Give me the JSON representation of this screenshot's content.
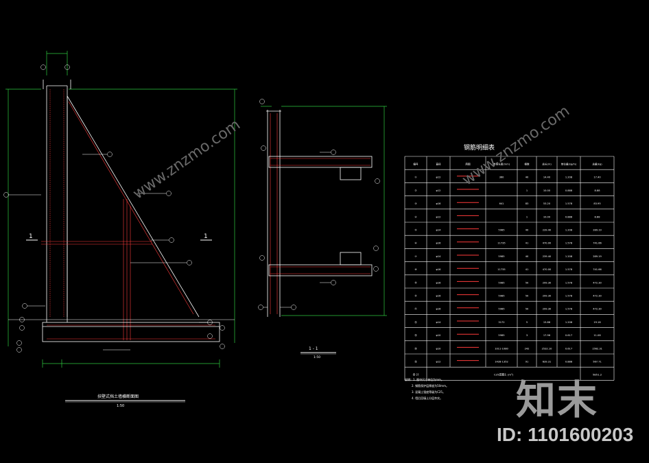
{
  "left_view": {
    "title": "扶壁式挡土墙横断面图",
    "scale": "1:50",
    "section_mark": "1"
  },
  "section_view": {
    "title": "1 - 1",
    "scale": "1:50"
  },
  "rebar_table": {
    "title": "钢筋明细表",
    "headers": [
      "编号",
      "直径",
      "简图",
      "单根长度(mm)",
      "根数",
      "总长(m)",
      "单位重(kg/m)",
      "总重(kg)"
    ],
    "rows": [
      [
        "①",
        "φ12",
        "",
        "360",
        "40",
        "14.40",
        "1.208",
        "17.40"
      ],
      [
        "②",
        "φ12",
        "",
        "",
        "1",
        "10.00",
        "0.888",
        "8.88"
      ],
      [
        "③",
        "φ16",
        "",
        "641",
        "83",
        "53.20",
        "1.578",
        "83.95"
      ],
      [
        "④",
        "φ12",
        "",
        "",
        "1",
        "10.00",
        "0.888",
        "8.88"
      ],
      [
        "⑤",
        "φ14",
        "",
        "5985",
        "40",
        "239.40",
        "1.208",
        "289.19"
      ],
      [
        "⑥",
        "φ16",
        "",
        "11735",
        "41",
        "470.00",
        "1.578",
        "741.66"
      ],
      [
        "⑦",
        "φ14",
        "",
        "5985",
        "40",
        "239.40",
        "1.208",
        "289.19"
      ],
      [
        "⑧",
        "φ16",
        "",
        "11735",
        "41",
        "470.00",
        "1.578",
        "741.66"
      ],
      [
        "⑨",
        "φ16",
        "",
        "5985",
        "50",
        "299.30",
        "1.578",
        "472.30"
      ],
      [
        "⑩",
        "φ16",
        "",
        "5985",
        "50",
        "299.30",
        "1.578",
        "472.30"
      ],
      [
        "⑪",
        "φ16",
        "",
        "5985",
        "50",
        "299.30",
        "1.578",
        "472.30"
      ],
      [
        "⑫",
        "φ14",
        "",
        "3172",
        "5",
        "15.86",
        "1.208",
        "19.16"
      ],
      [
        "⑬",
        "φ10",
        "",
        "5985",
        "3",
        "17.96",
        "0.617",
        "11.08"
      ],
      [
        "⑭",
        "φ10",
        "",
        "1011-1080",
        "242",
        "2532.10",
        "0.617",
        "1562.31"
      ],
      [
        "⑮",
        "φ12",
        "",
        "1428-1352",
        "91",
        "639.31",
        "0.888",
        "567.71"
      ]
    ],
    "total_label": "合 计",
    "total_note": "C25混凝土 (m³)",
    "total_value": "5851.2"
  },
  "notes": [
    "说明：1. 图中尺寸单位为mm。",
    "2. 钢筋保护层厚度为50mm。",
    "3. 混凝土强度等级为C25。",
    "4. 墙后回填土分层夯实。"
  ],
  "watermark": {
    "text": "www.znzmo.com",
    "brand": "知末",
    "id": "ID: 1101600203"
  }
}
